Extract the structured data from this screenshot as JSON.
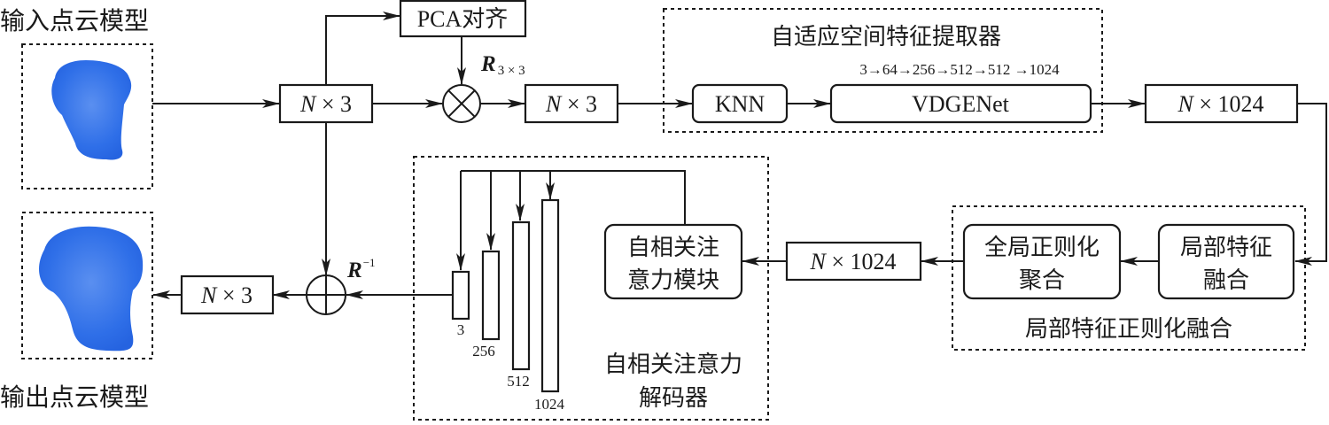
{
  "input_label": "输入点云模型",
  "output_label": "输出点云模型",
  "pca_label": "PCA对齐",
  "rotation_label": {
    "symbol": "R",
    "sub": "3 × 3"
  },
  "inverse_rotation_label": {
    "symbol": "R",
    "sup": "−1"
  },
  "n3_label": {
    "n": "N",
    "rest": "× 3"
  },
  "n1024_label": {
    "n": "N",
    "rest": "× 1024"
  },
  "extractor": {
    "title": "自适应空间特征提取器",
    "knn": "KNN",
    "vdgenet": "VDGENet",
    "dims": "3→64→256→512→512 →1024"
  },
  "fusion": {
    "title": "局部特征正则化融合",
    "local_line1": "局部特征",
    "local_line2": "融合",
    "global_line1": "全局正则化",
    "global_line2": "聚合"
  },
  "decoder": {
    "title_line1": "自相关注意力",
    "title_line2": "解码器",
    "attn_line1": "自相关注",
    "attn_line2": "意力模块",
    "layers": [
      "3",
      "256",
      "512",
      "1024"
    ]
  },
  "colors": {
    "point_cloud": "#2f6fe8",
    "line": "#1a1a1a"
  }
}
